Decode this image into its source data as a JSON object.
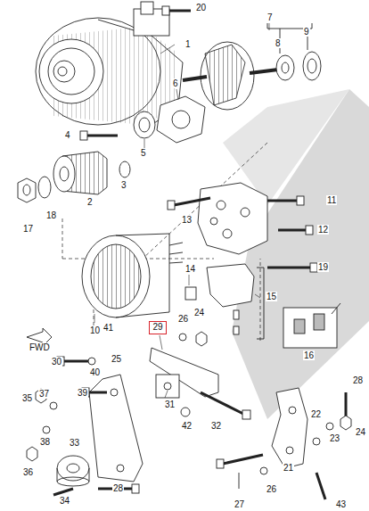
{
  "diagram": {
    "nodes": [
      {
        "text": [
          "29"
        ]
      }
    ],
    "labels": [
      "20",
      "1",
      "7",
      "8",
      "9",
      "6",
      "4",
      "5",
      "3",
      "2",
      "17",
      "18",
      "13",
      "11",
      "12",
      "10",
      "41",
      "14",
      "15",
      "19",
      "16",
      "26",
      "24",
      "FWD",
      "30",
      "40",
      "25",
      "39",
      "28",
      "35",
      "37",
      "31",
      "42",
      "32",
      "22",
      "24",
      "23",
      "21",
      "33",
      "38",
      "36",
      "34",
      "28",
      "27",
      "26",
      "43"
    ]
  }
}
